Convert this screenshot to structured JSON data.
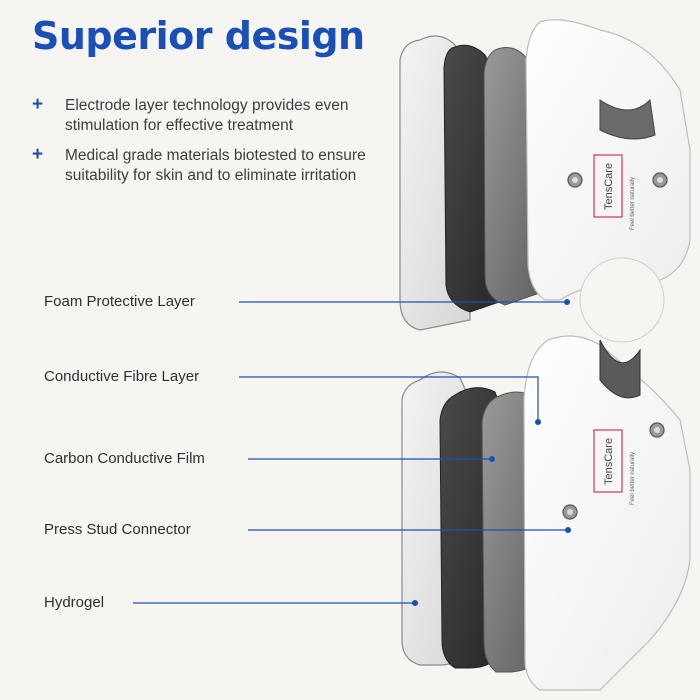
{
  "header": {
    "title": "Superior design"
  },
  "bullets": [
    {
      "icon": "plus-icon",
      "text": "Electrode layer technology provides even stimulation for effective treatment"
    },
    {
      "icon": "plus-icon",
      "text": "Medical grade materials biotested to ensure suitability for skin and to eliminate irritation"
    }
  ],
  "layers": [
    {
      "label": "Foam Protective Layer"
    },
    {
      "label": "Conductive Fibre Layer"
    },
    {
      "label": "Carbon Conductive Film"
    },
    {
      "label": "Press Stud Connector"
    },
    {
      "label": "Hydrogel"
    }
  ],
  "pad": {
    "brand": "TensCare",
    "tagline": "Feel better naturally"
  },
  "colors": {
    "accent": "#1a4fb8",
    "leader_line": "#1a4fb8",
    "background": "#f6f5f2",
    "pad_white": "#ffffff",
    "fibre_dark": "#3a3a3a",
    "carbon_grey": "#6f6f6f",
    "hydrogel_grey": "#d4d4d4",
    "brand_red": "#c8102e"
  }
}
